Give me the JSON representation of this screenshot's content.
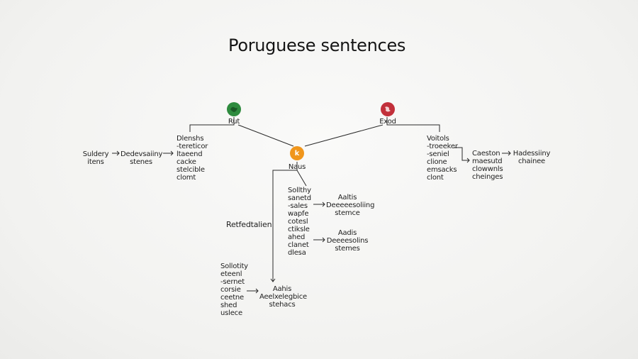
{
  "title": "Poruguese sentences",
  "nodes": {
    "left": {
      "label": "Rut",
      "icon": "green-globe-icon",
      "color": "#2e8b3e"
    },
    "right": {
      "label": "Exod",
      "icon": "red-globe-icon",
      "color": "#c2303a"
    },
    "center": {
      "label": "Naus",
      "icon_glyph": "k",
      "icon": "orange-k-badge-icon",
      "color": "#f0961c"
    }
  },
  "left_branch": {
    "source": [
      "Suldery",
      "itens"
    ],
    "mid": [
      "Dedevsaiiny",
      "stenes"
    ],
    "list": [
      "Dlenshs",
      "-tereticor",
      "ltaeend",
      "cacke",
      "stelcible",
      "clomt"
    ]
  },
  "right_branch": {
    "list": [
      "Voitols",
      "-troeeker",
      "-seniel",
      "clione",
      "emsacks",
      "clont"
    ],
    "mid": [
      "Caeston",
      "maesutd",
      "clowwnls",
      "cheinges"
    ],
    "target": [
      "Hadessiiny",
      "chainee"
    ]
  },
  "center_branch": {
    "side_label": "Retfedtalien",
    "group1": {
      "list": [
        "Sollthy",
        "sanetd",
        "-sales",
        "wapfe",
        "cotesl",
        "ctiksle",
        "ahed",
        "clanet",
        "dlesa"
      ],
      "target_a": [
        "Aaltis",
        "Deeeeesoliing",
        "stemce"
      ],
      "target_b": [
        "Aadis",
        "Deeeesolins",
        "stemes"
      ]
    },
    "group2": {
      "list": [
        "Sollotity",
        "eteenl",
        "-sernet",
        "corsie",
        "ceetne",
        "shed",
        "uslece"
      ],
      "target": [
        "Aahis",
        "Aeelxelegbice",
        "stehacs"
      ]
    }
  }
}
